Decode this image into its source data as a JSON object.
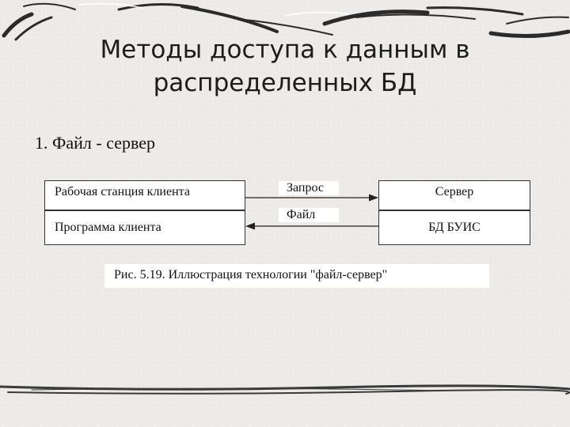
{
  "slide": {
    "title_line1": "Методы доступа к данным в",
    "title_line2": "распределенных БД",
    "subtitle": "1. Файл - сервер"
  },
  "diagram": {
    "client_box": {
      "top": "Рабочая станция клиента",
      "bottom": "Программа клиента"
    },
    "server_box": {
      "top": "Сервер",
      "bottom": "БД БУИС"
    },
    "arrows": {
      "request": "Запрос",
      "file": "Файл"
    },
    "caption": "Рис. 5.19.  Иллюстрация технологии \"файл-сервер\""
  }
}
